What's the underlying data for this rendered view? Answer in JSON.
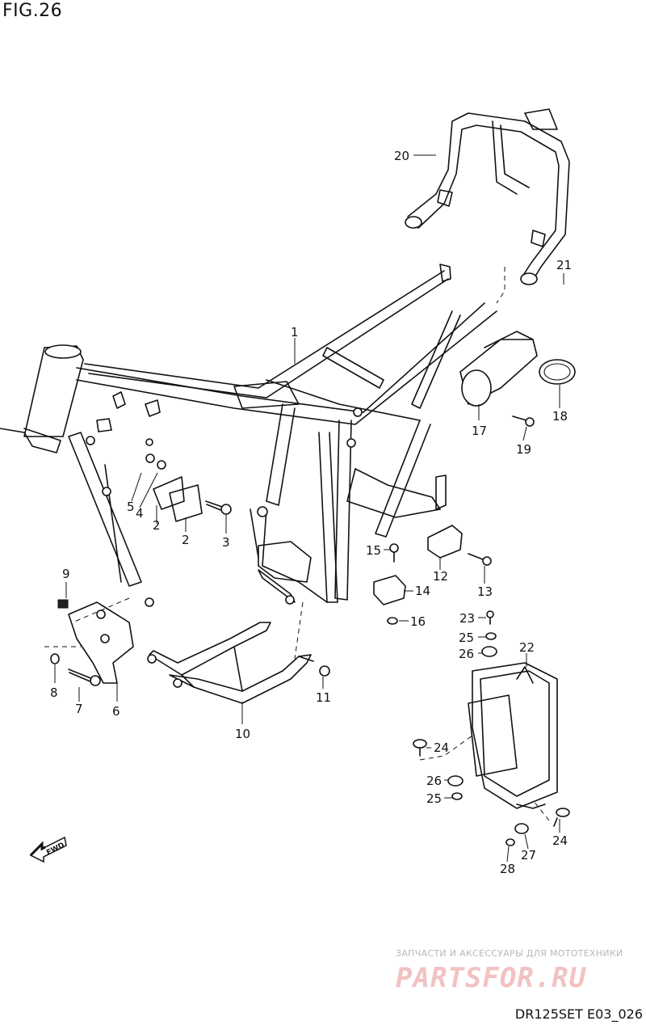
{
  "figure": {
    "title": "FIG.26",
    "code": "DR125SET E03_026"
  },
  "watermark": {
    "line1": "ЗАПЧАСТИ И АКСЕССУАРЫ ДЛЯ МОТОТЕХНИКИ",
    "logo": "PARTSFOR.RU"
  },
  "forward_arrow": {
    "label": "FWD"
  },
  "callouts": [
    {
      "id": "callout-1",
      "text": "1"
    },
    {
      "id": "callout-2a",
      "text": "2"
    },
    {
      "id": "callout-2b",
      "text": "2"
    },
    {
      "id": "callout-3",
      "text": "3"
    },
    {
      "id": "callout-4",
      "text": "4"
    },
    {
      "id": "callout-5",
      "text": "5"
    },
    {
      "id": "callout-6",
      "text": "6"
    },
    {
      "id": "callout-7",
      "text": "7"
    },
    {
      "id": "callout-8",
      "text": "8"
    },
    {
      "id": "callout-9",
      "text": "9"
    },
    {
      "id": "callout-10",
      "text": "10"
    },
    {
      "id": "callout-11",
      "text": "11"
    },
    {
      "id": "callout-12",
      "text": "12"
    },
    {
      "id": "callout-13",
      "text": "13"
    },
    {
      "id": "callout-14",
      "text": "14"
    },
    {
      "id": "callout-15",
      "text": "15"
    },
    {
      "id": "callout-16",
      "text": "16"
    },
    {
      "id": "callout-17",
      "text": "17"
    },
    {
      "id": "callout-18",
      "text": "18"
    },
    {
      "id": "callout-19",
      "text": "19"
    },
    {
      "id": "callout-20",
      "text": "20"
    },
    {
      "id": "callout-21",
      "text": "21"
    },
    {
      "id": "callout-22",
      "text": "22"
    },
    {
      "id": "callout-23",
      "text": "23"
    },
    {
      "id": "callout-24a",
      "text": "24"
    },
    {
      "id": "callout-24b",
      "text": "24"
    },
    {
      "id": "callout-25a",
      "text": "25"
    },
    {
      "id": "callout-25b",
      "text": "25"
    },
    {
      "id": "callout-26a",
      "text": "26"
    },
    {
      "id": "callout-26b",
      "text": "26"
    },
    {
      "id": "callout-27",
      "text": "27"
    },
    {
      "id": "callout-28",
      "text": "28"
    }
  ]
}
